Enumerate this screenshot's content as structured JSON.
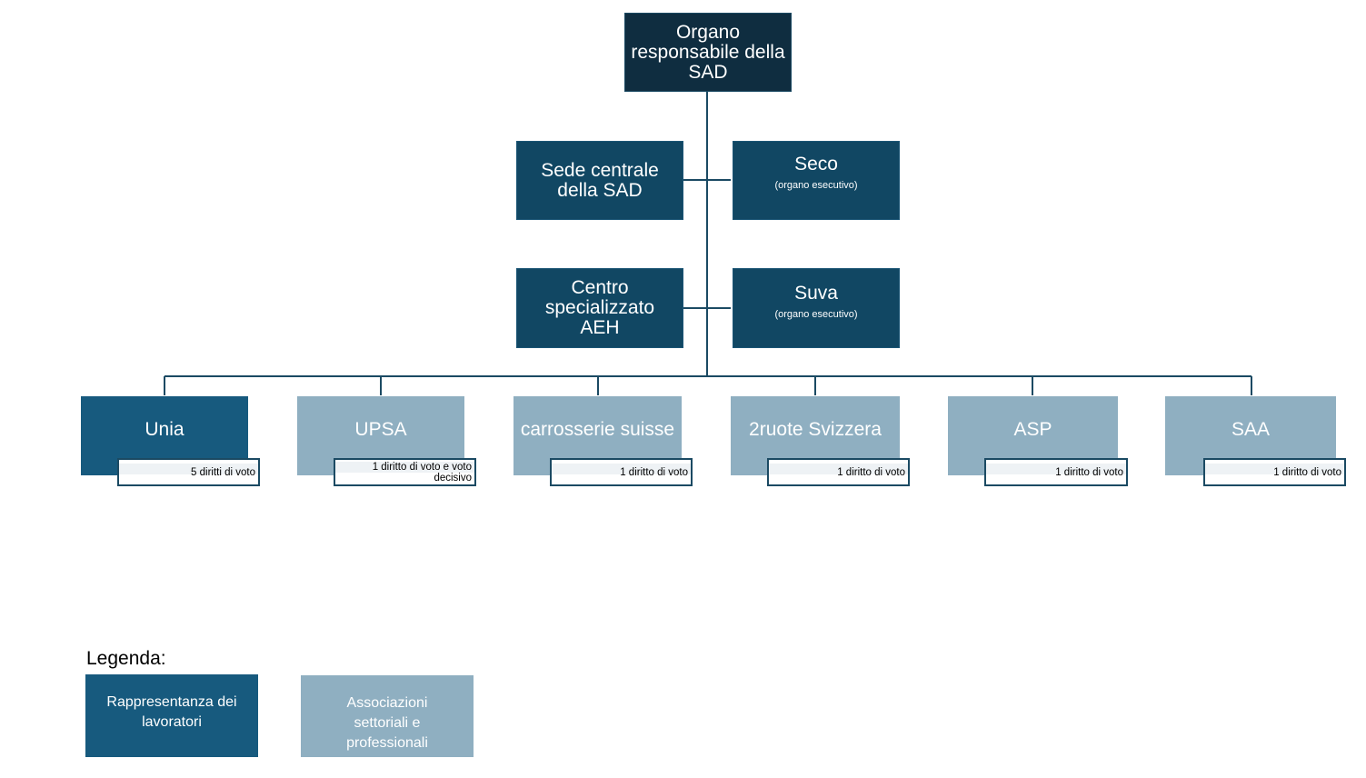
{
  "top": {
    "label": "Organo responsabile della SAD"
  },
  "left_units": [
    {
      "label": "Sede centrale della SAD"
    },
    {
      "label": "Centro specializzato AEH"
    }
  ],
  "right_units": [
    {
      "label": "Seco",
      "note": "(organo esecutivo)"
    },
    {
      "label": "Suva",
      "note": "(organo esecutivo)"
    }
  ],
  "members": [
    {
      "label": "Unia",
      "votes": "5 diritti di voto",
      "kind": "worker"
    },
    {
      "label": "UPSA",
      "votes": "1 diritto di voto e voto decisivo",
      "kind": "assoc"
    },
    {
      "label": "carrosserie suisse",
      "votes": "1 diritto di voto",
      "kind": "assoc"
    },
    {
      "label": "2ruote Svizzera",
      "votes": "1 diritto di voto",
      "kind": "assoc"
    },
    {
      "label": "ASP",
      "votes": "1 diritto di voto",
      "kind": "assoc"
    },
    {
      "label": "SAA",
      "votes": "1 diritto di voto",
      "kind": "assoc"
    }
  ],
  "legend": {
    "title": "Legenda:",
    "worker": "Rappresentanza dei lavoratori",
    "assoc": "Associazioni settoriali e professionali"
  },
  "colors": {
    "top": "#0f2d40",
    "unit": "#114763",
    "worker": "#175a7e",
    "assoc": "#8fafc1",
    "line": "#1b4a63"
  }
}
